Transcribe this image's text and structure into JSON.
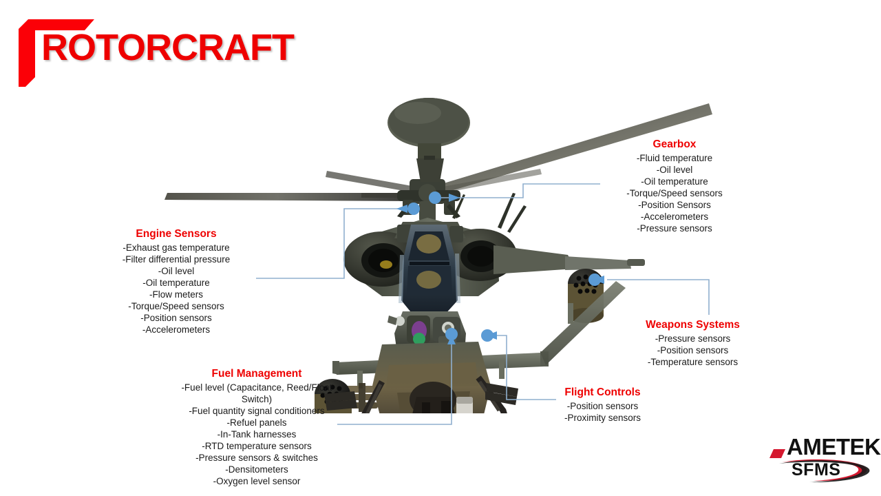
{
  "page": {
    "title": "ROTORCRAFT",
    "background_color": "#FFFFFF",
    "accent_red": "#EE0000",
    "connector_dot_color": "#5B9BD5",
    "connector_line_color": "#8FAFCE"
  },
  "callouts": [
    {
      "id": "gearbox",
      "heading": "Gearbox",
      "items": [
        "-Fluid temperature",
        "-Oil level",
        "-Oil temperature",
        "-Torque/Speed  sensors",
        "-Position Sensors",
        "-Accelerometers",
        "-Pressure sensors"
      ]
    },
    {
      "id": "engine",
      "heading": "Engine Sensors",
      "items": [
        "-Exhaust gas temperature",
        "-Filter differential  pressure",
        "-Oil level",
        "-Oil temperature",
        "-Flow meters",
        "-Torque/Speed  sensors",
        "-Position sensors",
        "-Accelerometers"
      ]
    },
    {
      "id": "fuel",
      "heading": "Fuel Management",
      "items": [
        "-Fuel level (Capacitance, Reed/Float Switch)",
        "-Fuel quantity signal conditioners",
        "-Refuel panels",
        "-In-Tank harnesses",
        "-RTD temperature sensors",
        "-Pressure sensors & switches",
        "-Densitometers",
        "-Oxygen level sensor"
      ]
    },
    {
      "id": "weapons",
      "heading": "Weapons Systems",
      "items": [
        "-Pressure sensors",
        "-Position sensors",
        "-Temperature  sensors"
      ]
    },
    {
      "id": "flight",
      "heading": "Flight Controls",
      "items": [
        "-Position sensors",
        "-Proximity sensors"
      ]
    }
  ],
  "logo": {
    "primary": "AMETEK",
    "secondary": "SFMS",
    "mark_color": "#D5182F"
  },
  "image": {
    "subject": "apache-attack-helicopter-front-view"
  }
}
